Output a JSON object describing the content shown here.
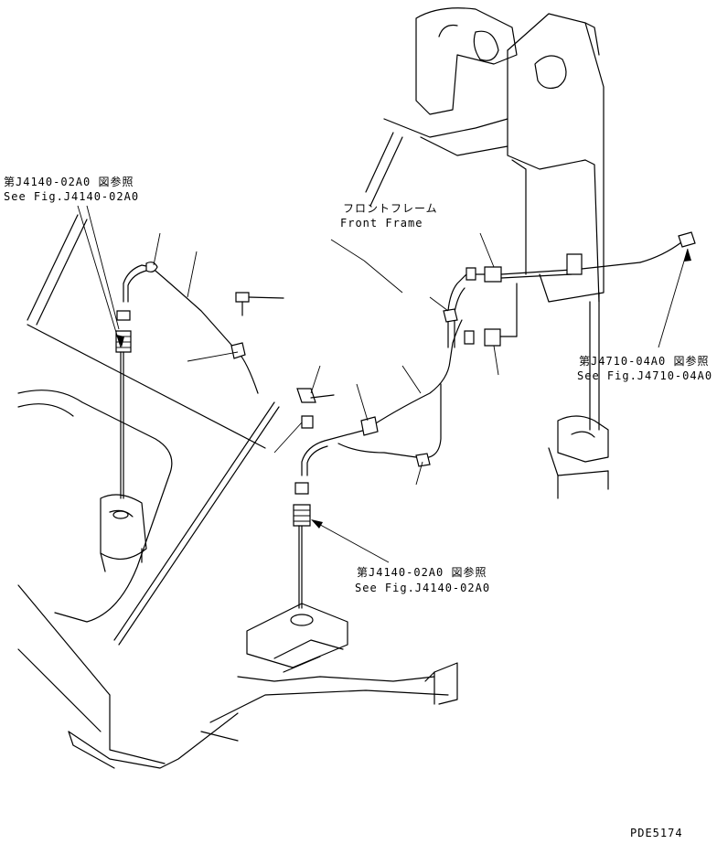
{
  "labels": {
    "ref_top_left_jp": "第J4140-02A0 図参照",
    "ref_top_left_en": "See Fig.J4140-02A0",
    "front_frame_jp": "フロントフレーム",
    "front_frame_en": "Front Frame",
    "ref_right_jp": "第J4710-04A0 図参照",
    "ref_right_en": "See Fig.J4710-04A0",
    "ref_bottom_jp": "第J4140-02A0 図参照",
    "ref_bottom_en": "See Fig.J4140-02A0",
    "drawing_code": "PDE5174"
  }
}
